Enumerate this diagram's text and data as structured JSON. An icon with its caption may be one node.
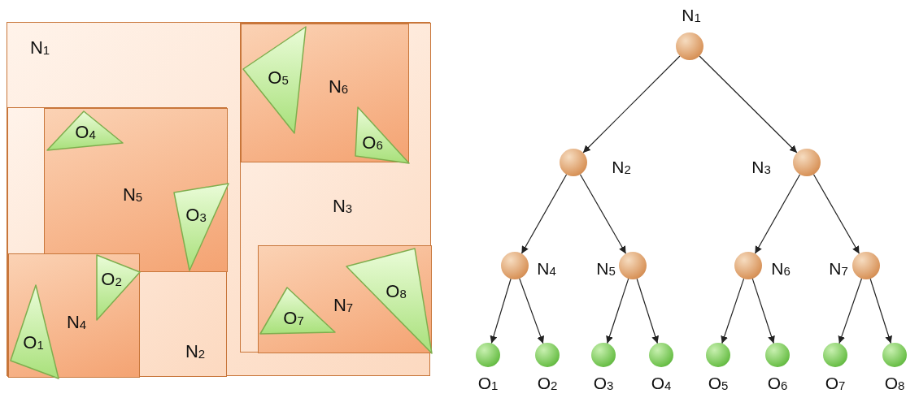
{
  "diagram": {
    "nodes": [
      {
        "text": [
          "N$_{1}$"
        ]
      },
      {
        "text": [
          "N$_{2}$"
        ],
        "in": 0
      },
      {
        "text": [
          "N$_{4}$"
        ],
        "in": 1
      },
      {
        "text": [
          "O$_{1}$"
        ],
        "in": 2
      },
      {
        "text": [
          "O$_{2}$"
        ],
        "in": 2
      },
      {
        "text": [
          "N$_{5}$"
        ],
        "in": 1
      },
      {
        "text": [
          "O$_{3}$"
        ],
        "in": 5
      },
      {
        "text": [
          "O$_{4}$"
        ],
        "in": 5
      },
      {
        "text": [
          "N$_{3}$"
        ],
        "in": 0
      },
      {
        "text": [
          "N$_{6}$"
        ],
        "in": 8
      },
      {
        "text": [
          "O$_{5}$"
        ],
        "in": 9
      },
      {
        "text": [
          "O$_{6}$"
        ],
        "in": 9
      },
      {
        "text": [
          "N$_{7}$"
        ],
        "in": 8
      },
      {
        "text": [
          "O$_{7}$"
        ],
        "in": 12
      },
      {
        "text": [
          "O$_{8}$"
        ],
        "in": 12
      },
      {
        "text": [],
        "shape": "circle",
        "beside": [
          "N$_{1}$"
        ]
      },
      {
        "text": [],
        "shape": "circle",
        "beside": [
          "N$_{2}$"
        ]
      },
      {
        "text": [],
        "shape": "circle",
        "beside": [
          "N$_{3}$"
        ]
      },
      {
        "text": [],
        "shape": "circle",
        "beside": [
          "N$_{4}$"
        ]
      },
      {
        "text": [],
        "shape": "circle",
        "beside": [
          "N$_{5}$"
        ]
      },
      {
        "text": [],
        "shape": "circle",
        "beside": [
          "N$_{6}$"
        ]
      },
      {
        "text": [],
        "shape": "circle",
        "beside": [
          "N$_{7}$"
        ]
      },
      {
        "text": [],
        "shape": "circle",
        "beside": [
          "O$_{1}$"
        ]
      },
      {
        "text": [],
        "shape": "circle",
        "beside": [
          "O$_{2}$"
        ]
      },
      {
        "text": [],
        "shape": "circle",
        "beside": [
          "O$_{3}$"
        ]
      },
      {
        "text": [],
        "shape": "circle",
        "beside": [
          "O$_{4}$"
        ]
      },
      {
        "text": [],
        "shape": "circle",
        "beside": [
          "O$_{5}$"
        ]
      },
      {
        "text": [],
        "shape": "circle",
        "beside": [
          "O$_{6}$"
        ]
      },
      {
        "text": [],
        "shape": "circle",
        "beside": [
          "O$_{7}$"
        ]
      },
      {
        "text": [],
        "shape": "circle",
        "beside": [
          "O$_{8}$"
        ]
      }
    ],
    "edges": [
      {
        "from": 15,
        "to": 16,
        "arrow": "to"
      },
      {
        "from": 15,
        "to": 17,
        "arrow": "to"
      },
      {
        "from": 16,
        "to": 18,
        "arrow": "to"
      },
      {
        "from": 16,
        "to": 19,
        "arrow": "to"
      },
      {
        "from": 17,
        "to": 20,
        "arrow": "to"
      },
      {
        "from": 17,
        "to": 21,
        "arrow": "to"
      },
      {
        "from": 18,
        "to": 22,
        "arrow": "to"
      },
      {
        "from": 18,
        "to": 23,
        "arrow": "to"
      },
      {
        "from": 19,
        "to": 24,
        "arrow": "to"
      },
      {
        "from": 19,
        "to": 25,
        "arrow": "to"
      },
      {
        "from": 20,
        "to": 26,
        "arrow": "to"
      },
      {
        "from": 20,
        "to": 27,
        "arrow": "to"
      },
      {
        "from": 21,
        "to": 28,
        "arrow": "to"
      },
      {
        "from": 21,
        "to": 29,
        "arrow": "to"
      }
    ]
  }
}
